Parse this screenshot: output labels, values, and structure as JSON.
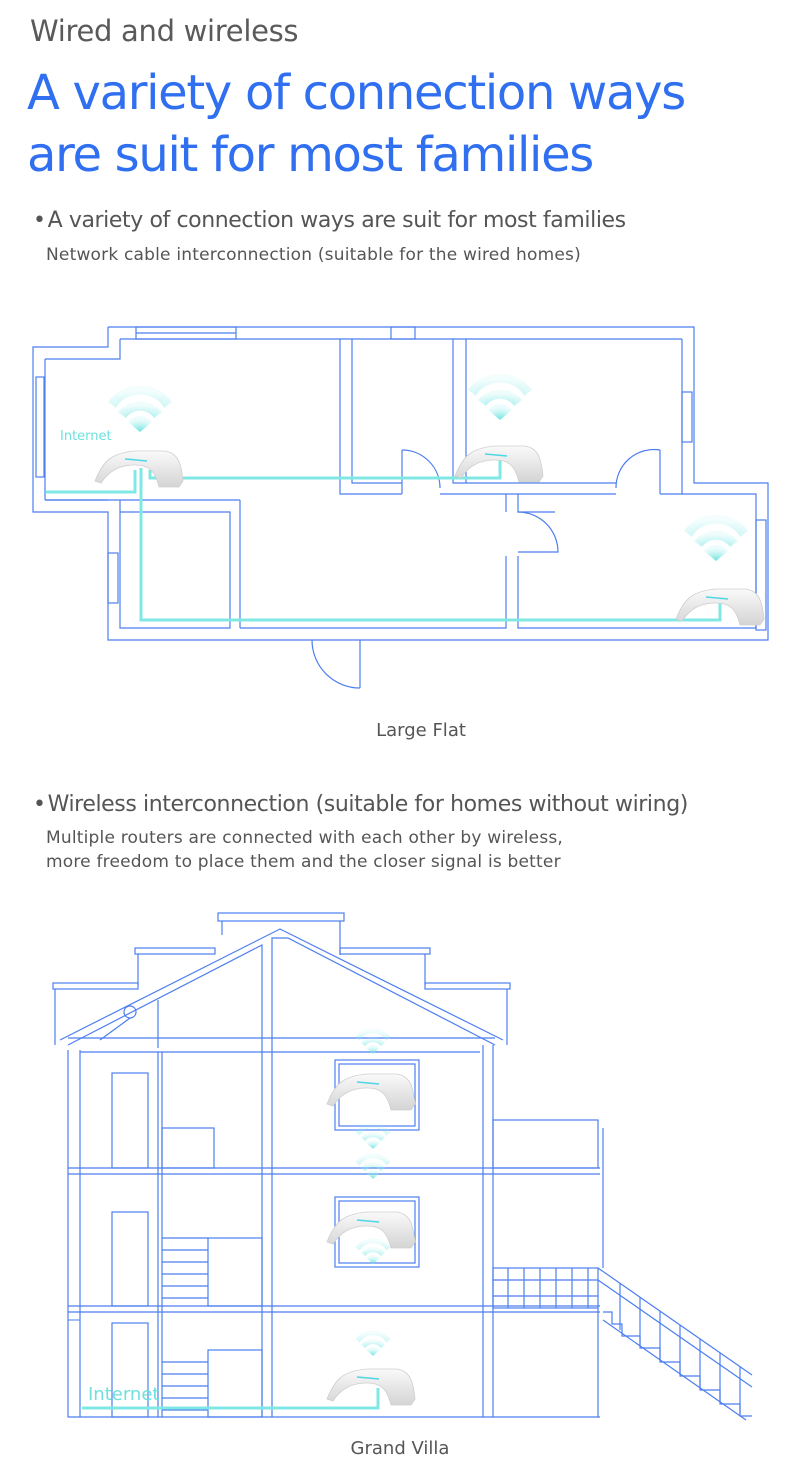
{
  "header": {
    "eyebrow": "Wired and wireless",
    "headline_line1": "A variety of connection ways",
    "headline_line2": "are suit for most families"
  },
  "section_wired": {
    "bullet": "A variety of connection ways are suit for most families",
    "description": "Network cable interconnection (suitable for the wired homes)",
    "diagram": {
      "internet_label": "Internet",
      "caption": "Large Flat",
      "routers": 3
    }
  },
  "section_wireless": {
    "bullet": "Wireless interconnection (suitable for homes without wiring)",
    "description_line1": "Multiple routers are connected with each other by wireless,",
    "description_line2": "more freedom to place them and the closer signal is better",
    "diagram": {
      "internet_label": "Internet",
      "caption": "Grand Villa",
      "routers": 3
    }
  },
  "colors": {
    "accent_blue": "#2f6ff0",
    "text_gray": "#555555",
    "wall_blue": "#4d7ef0",
    "cable_cyan": "#7fe8e4"
  }
}
